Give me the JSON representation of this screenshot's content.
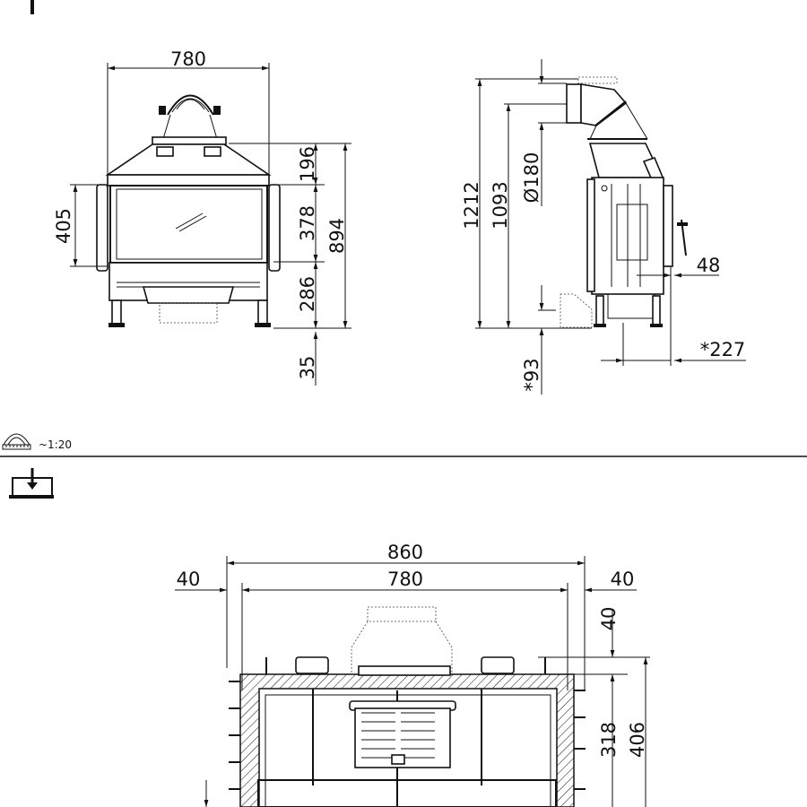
{
  "scale": {
    "icon": "protractor-scale-icon",
    "label": "~1:20"
  },
  "top_view_icon": "top-view-arrow-icon",
  "front_view": {
    "width": "780",
    "left_height": "405",
    "right_dims": [
      "196",
      "378",
      "286",
      "35"
    ],
    "total_height": "894"
  },
  "side_view": {
    "total_height": "1212",
    "flue_height": "1093",
    "flue_diameter": "Ø180",
    "floor_offset": "*93",
    "depth_offset": "48",
    "leg_depth": "*227"
  },
  "top_view": {
    "outer_width": "860",
    "inner_width": "780",
    "left_margin": "40",
    "right_margin": "40",
    "rear_margin": "40",
    "inner_depth": "318",
    "outer_depth": "406"
  }
}
